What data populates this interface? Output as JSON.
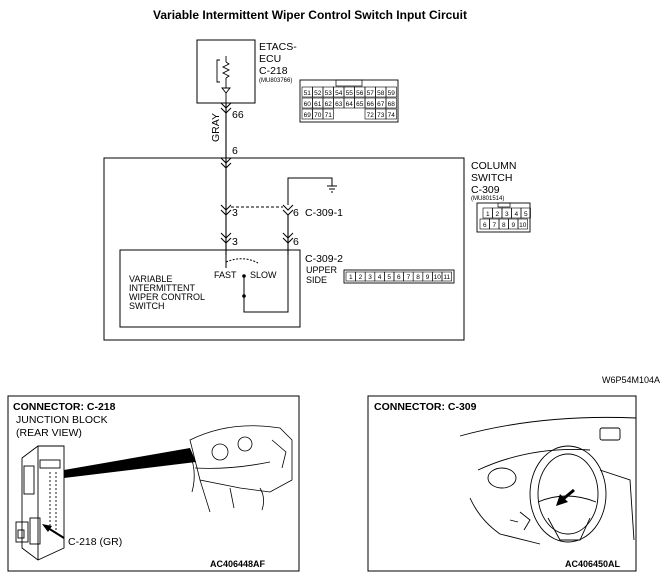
{
  "title": "Variable Intermittent Wiper Control Switch Input Circuit",
  "ecu": {
    "name_line1": "ETACS-",
    "name_line2": "ECU",
    "connector": "C-218",
    "part_no": "(MU803766)",
    "pin": "66",
    "connector_pins": {
      "row1": [
        "51",
        "52",
        "53",
        "54",
        "55",
        "56",
        "57",
        "58",
        "59"
      ],
      "row2": [
        "60",
        "61",
        "62",
        "63",
        "64",
        "65",
        "66",
        "67",
        "68"
      ],
      "row3": [
        "69",
        "70",
        "71",
        "",
        "",
        "",
        "72",
        "73",
        "74"
      ]
    }
  },
  "wire": {
    "color": "GRAY",
    "pin_top": "6"
  },
  "column_switch": {
    "name_line1": "COLUMN",
    "name_line2": "SWITCH",
    "connector": "C-309",
    "part_no": "(MU801514)",
    "connector_pins": {
      "row1": [
        "1",
        "2",
        "3",
        "4",
        "5"
      ],
      "row2": [
        "6",
        "7",
        "8",
        "9",
        "10"
      ]
    },
    "sub1": {
      "label": "C-309-1",
      "pin_left": "3",
      "pin_right": "6"
    },
    "sub2": {
      "label": "C-309-2",
      "pin_left": "3",
      "pin_right": "6",
      "side_line1": "UPPER",
      "side_line2": "SIDE",
      "connector_pins": [
        "1",
        "2",
        "3",
        "4",
        "5",
        "6",
        "7",
        "8",
        "9",
        "10",
        "11"
      ]
    }
  },
  "wiper_switch": {
    "line1": "VARIABLE",
    "line2": "INTERMITTENT",
    "line3": "WIPER CONTROL",
    "line4": "SWITCH",
    "fast": "FAST",
    "slow": "SLOW"
  },
  "ref_code": "W6P54M104A",
  "panel_left": {
    "heading": "CONNECTOR: C-218",
    "subtitle_line1": "JUNCTION BLOCK",
    "subtitle_line2": "(REAR VIEW)",
    "callout": "C-218 (GR)",
    "figure_code": "AC406448AF"
  },
  "panel_right": {
    "heading": "CONNECTOR: C-309",
    "figure_code": "AC406450AL"
  }
}
